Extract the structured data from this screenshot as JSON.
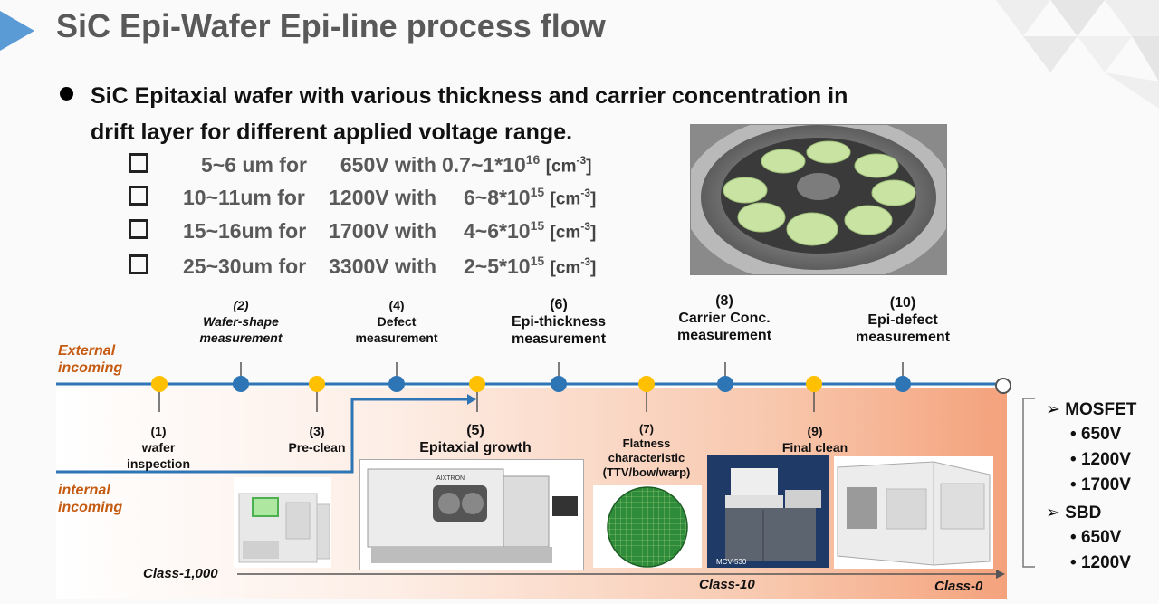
{
  "title": "SiC Epi-Wafer Epi-line process flow",
  "bullet": {
    "line1": "SiC Epitaxial wafer with various thickness and carrier concentration in",
    "line2": "drift layer for different applied voltage range."
  },
  "specs": [
    {
      "thickness": "5~6 um for",
      "voltage": "650V with",
      "conc": "0.7~1*10",
      "exp": "16",
      "unit": "[cm",
      "unit_exp": "-3",
      "unit_end": "]"
    },
    {
      "thickness": "10~11um for",
      "voltage": "1200V with",
      "conc": "6~8*10",
      "exp": "15",
      "unit": "[cm",
      "unit_exp": "-3",
      "unit_end": "]"
    },
    {
      "thickness": "15~16um for",
      "voltage": "1700V with",
      "conc": "4~6*10",
      "exp": "15",
      "unit": "[cm",
      "unit_exp": "-3",
      "unit_end": "]"
    },
    {
      "thickness": "25~30um for",
      "voltage": "3300V with",
      "conc": "2~5*10",
      "exp": "15",
      "unit": "[cm",
      "unit_exp": "-3",
      "unit_end": "]"
    }
  ],
  "flow": {
    "external_line1": "External",
    "external_line2": "incoming",
    "internal_line1": "internal",
    "internal_line2": "incoming",
    "steps_top": {
      "s2_num": "(2)",
      "s2_l1": "Wafer-shape",
      "s2_l2": "measurement",
      "s4_num": "(4)",
      "s4_l1": "Defect",
      "s4_l2": "measurement",
      "s6_num": "(6)",
      "s6_l1": "Epi-thickness",
      "s6_l2": "measurement",
      "s8_num": "(8)",
      "s8_l1": "Carrier Conc.",
      "s8_l2": "measurement",
      "s10_num": "(10)",
      "s10_l1": "Epi-defect",
      "s10_l2": "measurement"
    },
    "steps_bottom": {
      "s1_num": "(1)",
      "s1_l1": "wafer",
      "s1_l2": "inspection",
      "s3_num": "(3)",
      "s3_l1": "Pre-clean",
      "s5_num": "(5)",
      "s5_l1": "Epitaxial growth",
      "s7_num": "(7)",
      "s7_l1": "Flatness",
      "s7_l2": "characteristic",
      "s7_l3": "(TTV/bow/warp)",
      "s9_num": "(9)",
      "s9_l1": "Final clean"
    },
    "class_1000": "Class-1,000",
    "class_10": "Class-10",
    "class_0": "Class-0",
    "machine_brand": "AIXTRON",
    "mcv_label": "MCV-530"
  },
  "products": [
    {
      "name": "MOSFET",
      "voltages": [
        "650V",
        "1200V",
        "1700V"
      ]
    },
    {
      "name": "SBD",
      "voltages": [
        "650V",
        "1200V"
      ]
    }
  ],
  "colors": {
    "accent_blue": "#2e75b6",
    "dot_yellow": "#ffc000",
    "dot_blue": "#2e75b6",
    "label_orange": "#c55a11",
    "title_gray": "#595959"
  }
}
